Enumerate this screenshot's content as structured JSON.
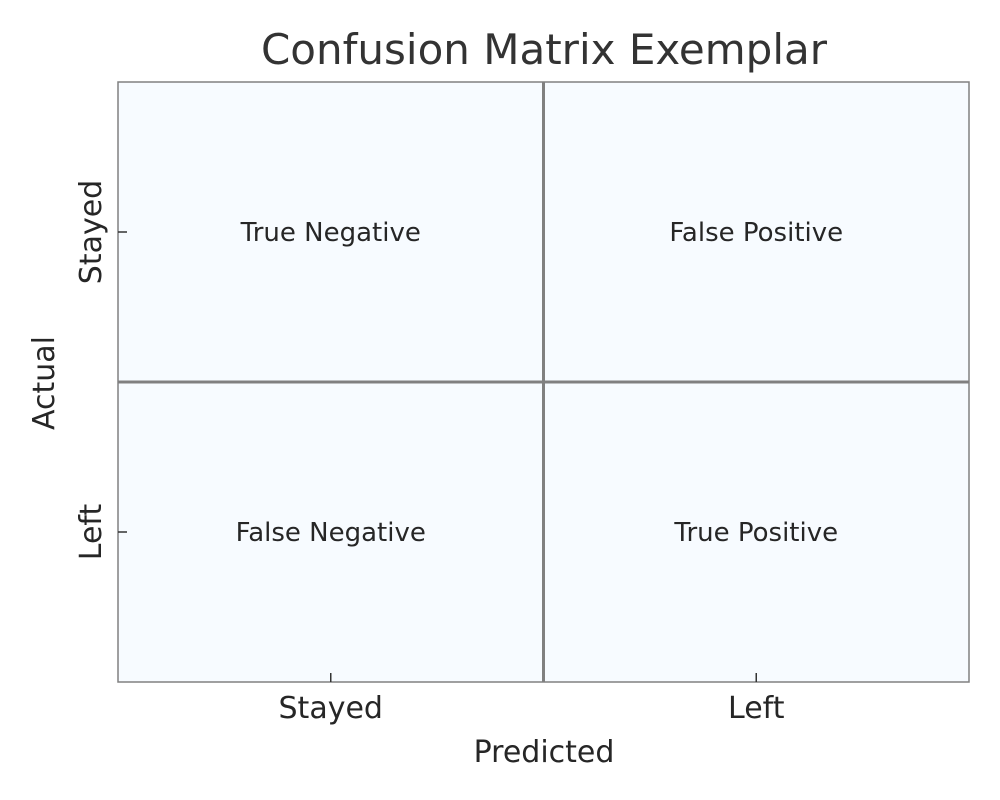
{
  "chart_data": {
    "type": "heatmap",
    "title": "Confusion Matrix Exemplar",
    "xlabel": "Predicted",
    "ylabel": "Actual",
    "x_categories": [
      "Stayed",
      "Left"
    ],
    "y_categories": [
      "Stayed",
      "Left"
    ],
    "cells": [
      [
        "True Negative",
        "False Positive"
      ],
      [
        "False Negative",
        "True Positive"
      ]
    ],
    "cell_color": "#f7fbff",
    "grid_color": "#808080",
    "colorbar": false
  }
}
